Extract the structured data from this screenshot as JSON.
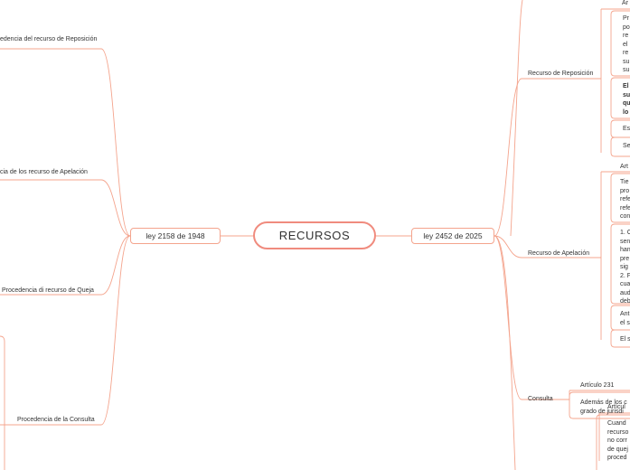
{
  "root": {
    "label": "RECURSOS"
  },
  "left_branch": {
    "label": "ley 2158 de 1948",
    "topics": [
      "edencia del recurso de Reposición",
      "cia de los recurso de Apelación",
      "Procedencia di recurso de Queja",
      "Procedencia de la Consulta"
    ]
  },
  "right_branch": {
    "label": "ley 2452 de 2025",
    "reposicion": {
      "label": "Recurso de Reposición",
      "article": "Ar",
      "text_lines": [
        "Pr",
        "po",
        "re",
        "el",
        "re",
        "su",
        "su"
      ],
      "bold_lines": [
        "El",
        "su",
        "qu",
        "lo"
      ],
      "es_line": "Es",
      "se_line": "Se"
    },
    "apelacion": {
      "label": "Recurso de Apelación",
      "article": "Art",
      "tie_lines": [
        "Tie",
        "pro",
        "refe",
        "refe",
        "con"
      ],
      "num_lines": [
        "1. C",
        "sen",
        "han",
        "pre",
        "sig",
        "2. F",
        "cua",
        "aud",
        "deb"
      ],
      "ant_lines": [
        "Ant",
        "el s"
      ],
      "el_line": "El s"
    },
    "consulta": {
      "label": "Consulta",
      "article": "Artículo 231",
      "lines": [
        "Además de los c",
        "grado de jurisdi"
      ]
    },
    "queja": {
      "article": "Artícul",
      "lines": [
        "Cuand",
        "recurso",
        "no corr",
        "de quej",
        "proced"
      ]
    }
  }
}
